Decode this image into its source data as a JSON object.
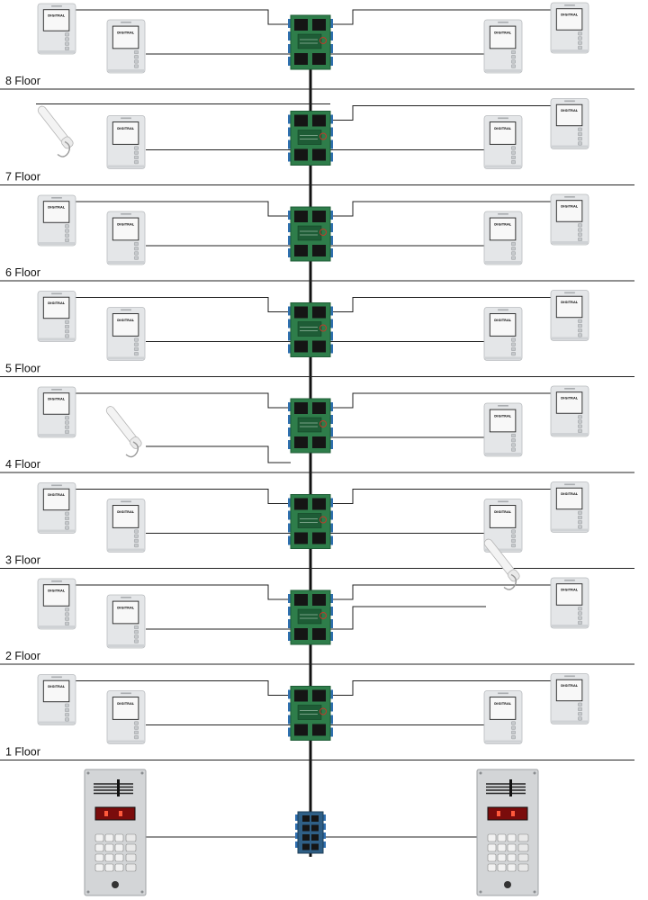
{
  "floors": [
    {
      "label": "8 Floor",
      "left": [
        "monitor",
        "monitor"
      ],
      "right": [
        "monitor",
        "monitor"
      ]
    },
    {
      "label": "7 Floor",
      "left": [
        "handset",
        "monitor"
      ],
      "right": [
        "monitor",
        "monitor"
      ]
    },
    {
      "label": "6  Floor",
      "left": [
        "monitor",
        "monitor"
      ],
      "right": [
        "monitor",
        "monitor"
      ]
    },
    {
      "label": "5 Floor",
      "left": [
        "monitor",
        "monitor"
      ],
      "right": [
        "monitor",
        "monitor"
      ]
    },
    {
      "label": "4 Floor",
      "left": [
        "monitor",
        "handset"
      ],
      "right": [
        "monitor",
        "monitor"
      ]
    },
    {
      "label": "3 Floor",
      "left": [
        "monitor",
        "monitor"
      ],
      "right": [
        "monitor",
        "monitor"
      ]
    },
    {
      "label": "2  Floor",
      "left": [
        "monitor",
        "monitor"
      ],
      "right": [
        "monitor",
        "handset"
      ]
    },
    {
      "label": "1 Floor",
      "left": [
        "monitor",
        "monitor"
      ],
      "right": [
        "monitor",
        "monitor"
      ]
    }
  ],
  "brand_text": "DIGITRAL",
  "icons": {
    "monitor": "intercom-monitor-icon",
    "handset": "intercom-handset-icon",
    "switch": "floor-switch-board-icon",
    "panel": "door-call-panel-icon",
    "controller": "main-controller-icon"
  },
  "colors": {
    "board": "#2e7d4a",
    "board_dark": "#1e5c36",
    "connector": "#2f6fb0",
    "monitor_body": "#e4e6e8",
    "screen": "#f8f8f8",
    "panel_body": "#d3d5d7",
    "display": "#7a0c0c",
    "wire": "#222222"
  }
}
